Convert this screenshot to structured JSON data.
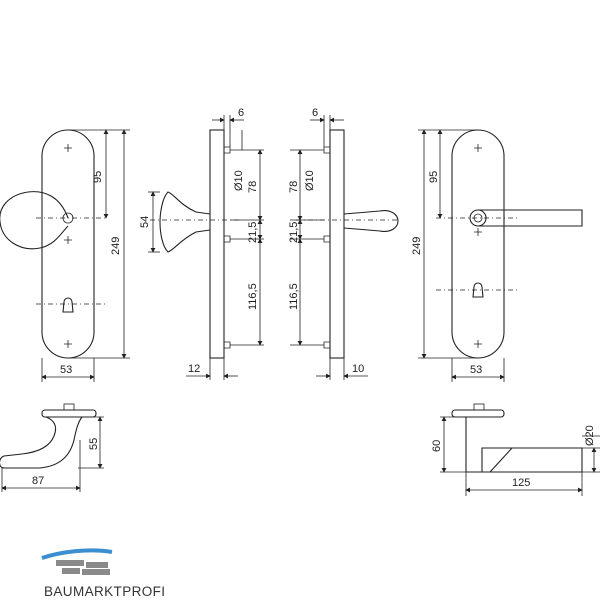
{
  "dimensions": {
    "front_left": {
      "width": "53",
      "height_total": "249",
      "height_top": "95"
    },
    "side_knob": {
      "knob_dia": "54",
      "depth": "12",
      "offset_top": "6",
      "hole": "Ø10",
      "d78": "78",
      "d21": "21,5",
      "d116": "116,5"
    },
    "side_lever": {
      "depth": "10",
      "offset_top": "6",
      "hole": "Ø10",
      "d78": "78",
      "d21": "21,5",
      "d116": "116,5"
    },
    "front_right": {
      "width": "53",
      "height_total": "249",
      "height_top": "95"
    },
    "knob_detail": {
      "length": "87",
      "height": "55"
    },
    "lever_detail": {
      "length": "125",
      "height": "60",
      "dia": "Ø20"
    }
  },
  "logo": {
    "text": "BAUMARKTPROFI",
    "colors": {
      "blue": "#3b8fd0",
      "grey": "#8a8a8a"
    }
  }
}
